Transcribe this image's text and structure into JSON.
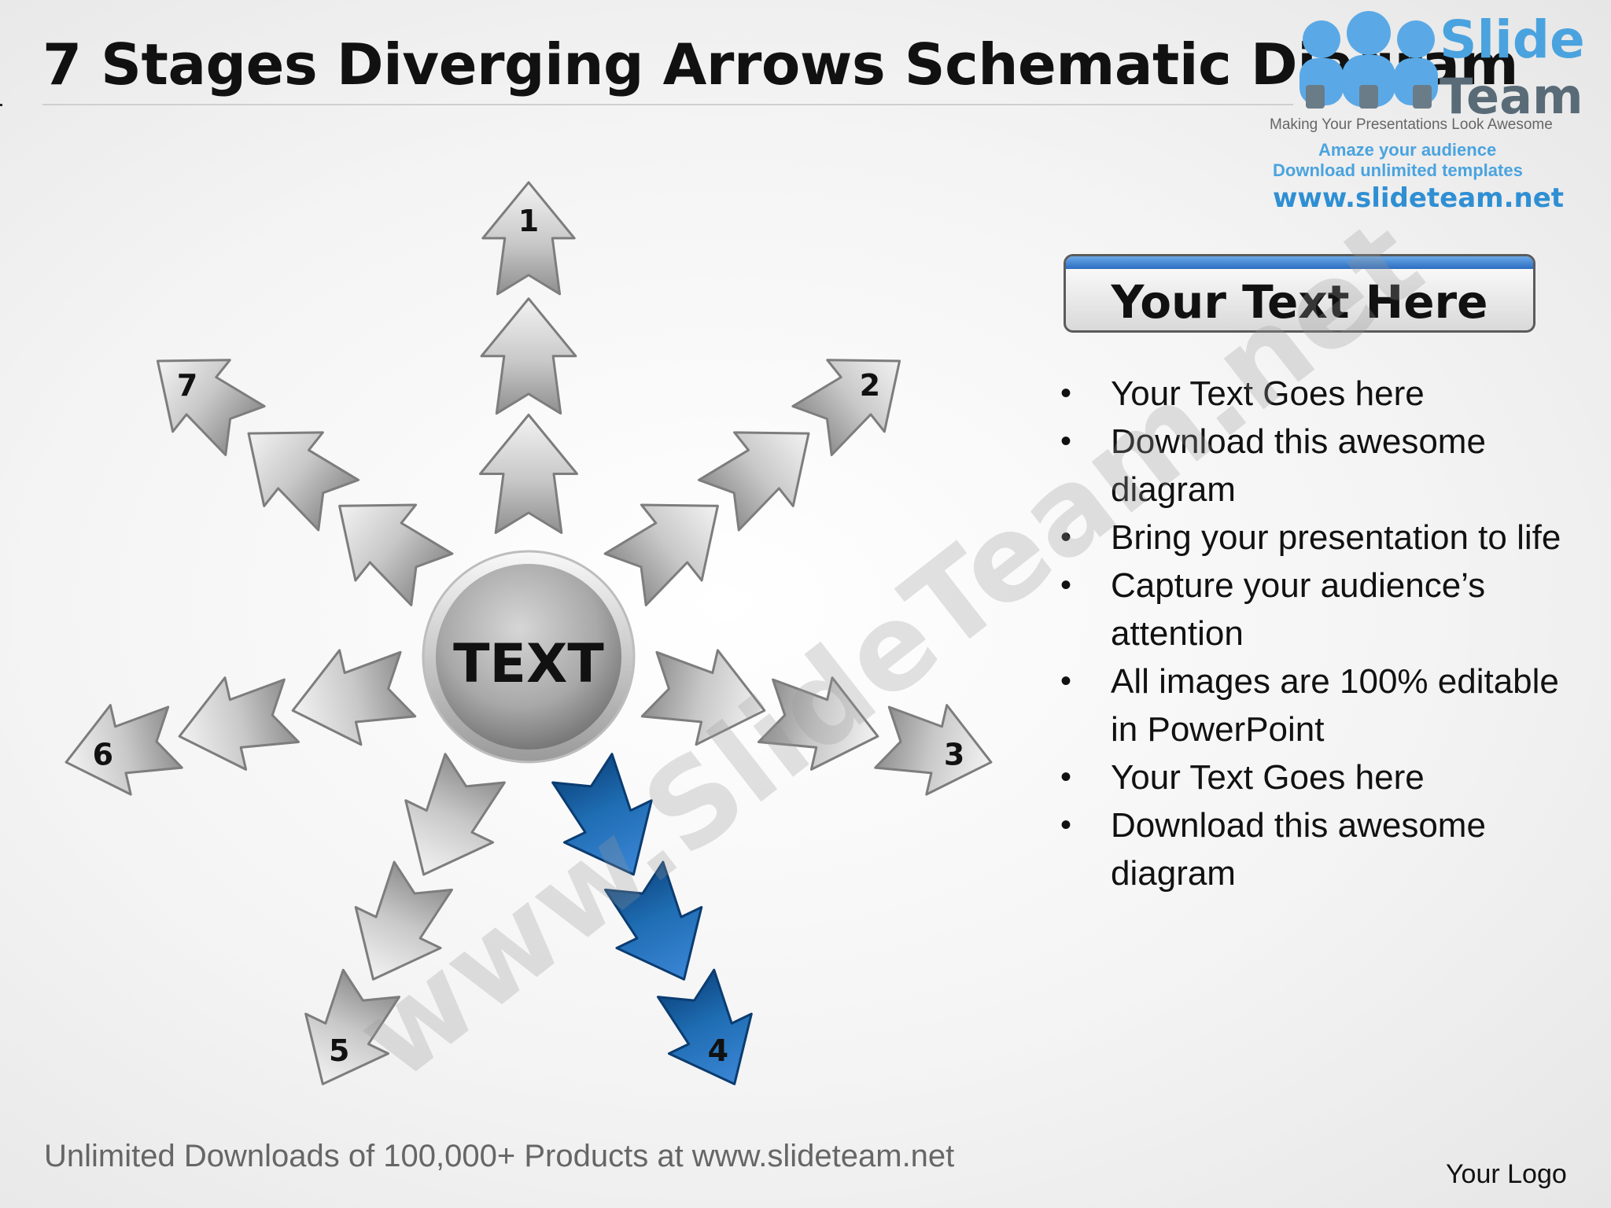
{
  "title": "7 Stages Diverging Arrows Schematic Diagram",
  "logo": {
    "brand_line1": "Slide",
    "brand_line2": "Team",
    "tagline": "Making Your Presentations Look Awesome",
    "promo_line1": "Amaze your audience",
    "promo_line2": "Download unlimited templates",
    "url": "www.slideteam.net"
  },
  "diagram": {
    "center_label": "TEXT",
    "stages": [
      {
        "label": "1",
        "highlighted": false
      },
      {
        "label": "2",
        "highlighted": false
      },
      {
        "label": "3",
        "highlighted": false
      },
      {
        "label": "4",
        "highlighted": true
      },
      {
        "label": "5",
        "highlighted": false
      },
      {
        "label": "6",
        "highlighted": false
      },
      {
        "label": "7",
        "highlighted": false
      }
    ],
    "colors": {
      "highlight": "#1f6db3",
      "highlight_dark": "#0f4a86",
      "arrow_light": "#e8e8e8",
      "arrow_dark": "#8c8c8c"
    }
  },
  "panel": {
    "heading": "Your Text Here",
    "bullets": [
      "Your Text Goes here",
      "Download this awesome diagram",
      "Bring your presentation to life",
      "Capture your audience’s attention",
      "All images are 100% editable in PowerPoint",
      "Your Text Goes here",
      "Download this awesome diagram"
    ]
  },
  "watermark": "www.SlideTeam.net",
  "footer": "Unlimited Downloads of 100,000+ Products at www.slideteam.net",
  "your_logo": "Your Logo"
}
